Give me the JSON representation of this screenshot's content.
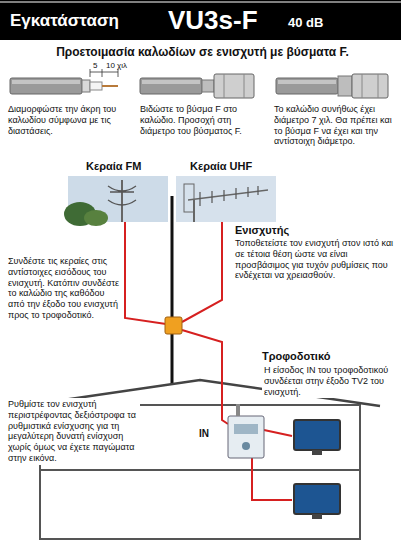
{
  "diagram": {
    "title": "Εγκατάσταση",
    "labels": [
      "VU3s-F",
      "40 dB",
      "Προετοιμασία καλωδίων σε ενισχυτή με βύσματα F.",
      "5",
      "10 χιλ",
      "Διαμορφώστε την άκρη του καλωδίου σύμφωνα με τις διαστάσεις.",
      "Βιδώστε το βύσμα F στο καλώδιο. Προσοχή στη διάμετρο του βύσματος F.",
      "Το καλώδιο συνήθως έχει διάμετρο 7 χιλ. Θα πρέπει και το βύσμα F να έχει και την αντίστοιχη διάμετρο.",
      "Κεραία FM",
      "Κεραία UHF",
      "Ενισχυτής",
      "Τοποθετείστε τον ενισχυτή στον ιστό και σε τέτοια θέση ώστε να είναι προσβάσιμος για τυχόν ρυθμίσεις που ενδέχεται να χρειασθούν.",
      "Συνδέστε τις κεραίες στις αντίστοιχες εισόδους του ενισχυτή. Κατόπιν συνδέστε το καλώδιο της καθόδου από την έξοδο του ενισχυτή προς το τροφοδοτικό.",
      "Τροφοδοτικό",
      "Η είσοδος IN του τροφοδοτικού συνδέεται στην έξοδο TV2 του ενισχυτή.",
      "IN",
      "Ρυθμίστε τον ενισχυτή περιστρέφοντας δεξιόστροφα τα ρυθμιστικά ενίσχυσης για τη μεγαλύτερη δυνατή ενίσχυση χωρίς όμως να έχετε παγώματα στην εικόνα."
    ]
  }
}
